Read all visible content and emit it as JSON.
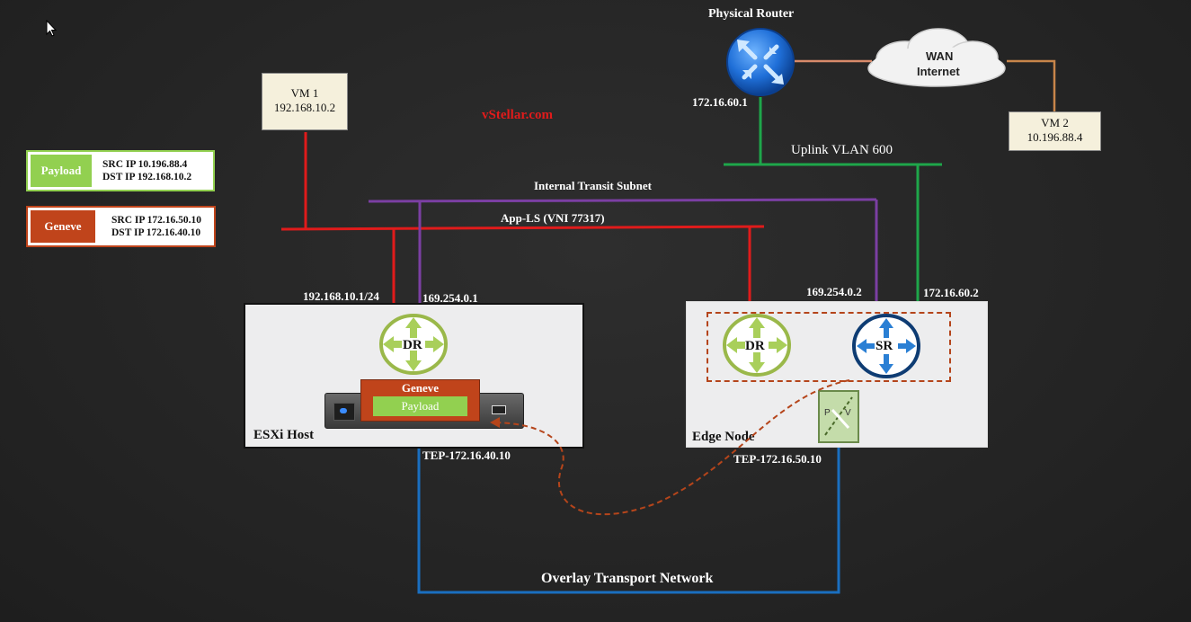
{
  "site": {
    "watermark": "vStellar.com"
  },
  "legend": {
    "payload": {
      "tag": "Payload",
      "src": "SRC IP 10.196.88.4",
      "dst": "DST IP 192.168.10.2"
    },
    "geneve": {
      "tag": "Geneve",
      "src": "SRC IP 172.16.50.10",
      "dst": "DST IP 172.16.40.10"
    }
  },
  "vm1": {
    "name": "VM 1",
    "ip": "192.168.10.2"
  },
  "vm2": {
    "name": "VM 2",
    "ip": "10.196.88.4"
  },
  "router": {
    "title": "Physical Router",
    "ip": "172.16.60.1"
  },
  "wan": {
    "line1": "WAN",
    "line2": "Internet"
  },
  "networks": {
    "uplink": "Uplink VLAN 600",
    "transit": "Internal Transit Subnet",
    "app_ls": "App-LS (VNI 77317)",
    "overlay": "Overlay Transport Network"
  },
  "esxi": {
    "title": "ESXi Host",
    "dr_label": "DR",
    "dr_ip": "192.168.10.1/24",
    "transit_ip": "169.254.0.1",
    "tep": "TEP-172.16.40.10",
    "packet_outer": "Geneve",
    "packet_inner": "Payload"
  },
  "edge": {
    "title": "Edge Node",
    "dr_label": "DR",
    "sr_label": "SR",
    "transit_ip": "169.254.0.2",
    "uplink_ip": "172.16.60.2",
    "tep": "TEP-172.16.50.10",
    "tep_icon_p": "P",
    "tep_icon_v": "V"
  },
  "colors": {
    "app_ls": "#e01b1b",
    "transit": "#7b3fa3",
    "uplink": "#1ea64a",
    "overlay": "#1a6fc0",
    "payload": "#92d050",
    "geneve": "#c0441b",
    "wan_link": "#d88a6a",
    "vm2_link": "#c8854a",
    "watermark": "#e11b1b"
  }
}
